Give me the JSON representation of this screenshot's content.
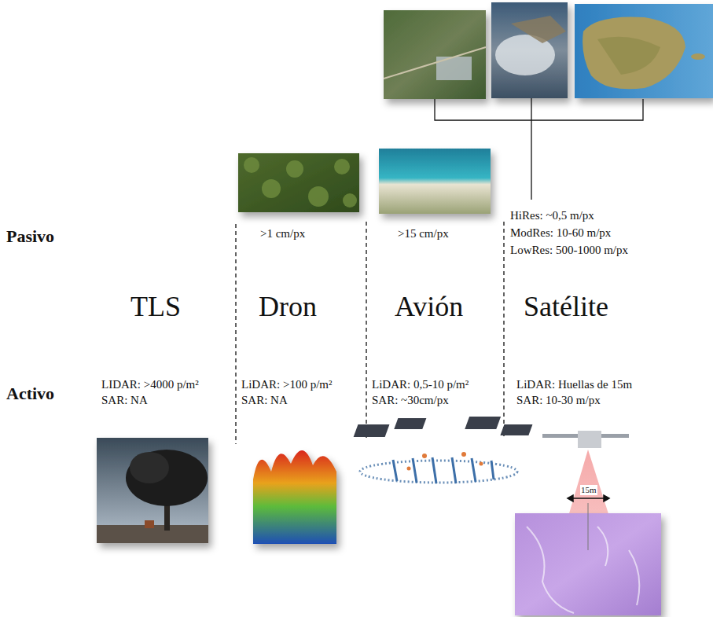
{
  "diagram": {
    "labels": [
      "Pasivo",
      "Activo",
      "TLS",
      "Dron",
      "Avión",
      "Satélite",
      ">1 cm/px",
      ">15 cm/px",
      "HiRes: ~0,5 m/px",
      "ModRes: 10-60 m/px",
      "LowRes: 500-1000 m/px",
      "LIDAR: >4000 p/m²",
      "SAR: NA",
      "LiDAR: >100 p/m²",
      "SAR: NA",
      "LiDAR: 0,5-10 p/m²",
      "SAR: ~30cm/px",
      "LiDAR: Huellas de 15m",
      "SAR: 10-30 m/px",
      "15m"
    ]
  }
}
